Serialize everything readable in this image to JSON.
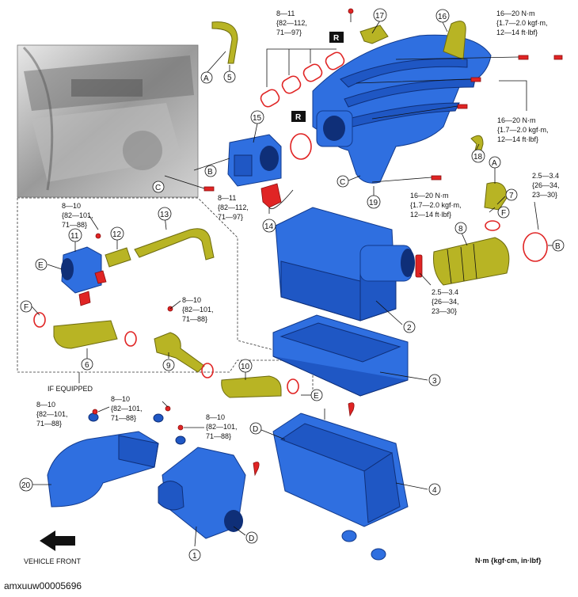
{
  "callouts": {
    "c1": "1",
    "c2": "2",
    "c3": "3",
    "c4": "4",
    "c5": "5",
    "c6": "6",
    "c7": "7",
    "c8": "8",
    "c9": "9",
    "c10": "10",
    "c11": "11",
    "c12": "12",
    "c13": "13",
    "c14": "14",
    "c15": "15",
    "c16": "16",
    "c17": "17",
    "c18": "18",
    "c19": "19",
    "c20": "20"
  },
  "letters": {
    "A": "A",
    "B": "B",
    "C": "C",
    "D": "D",
    "E": "E",
    "F": "F"
  },
  "r_mark": "R",
  "torque": {
    "t_8_11": "8—11",
    "t_82_112": "{82—112,",
    "t_71_97": "71—97}",
    "t_16_20": "16—20 N·m",
    "t_17_20": "{1.7—2.0 kgf·m,",
    "t_12_14": "12—14 ft·lbf}",
    "t_25_34": "2.5—3.4",
    "t_26_34": "{26—34,",
    "t_23_30": "23—30}",
    "t_8_10": "8—10",
    "t_82_101": "{82—101,",
    "t_71_88": "71—88}"
  },
  "if_equipped": "IF EQUIPPED",
  "vehicle_front": "VEHICLE FRONT",
  "units_legend": "N·m {kgf·cm, in·lbf}",
  "figure_id": "amxuuw00005696"
}
